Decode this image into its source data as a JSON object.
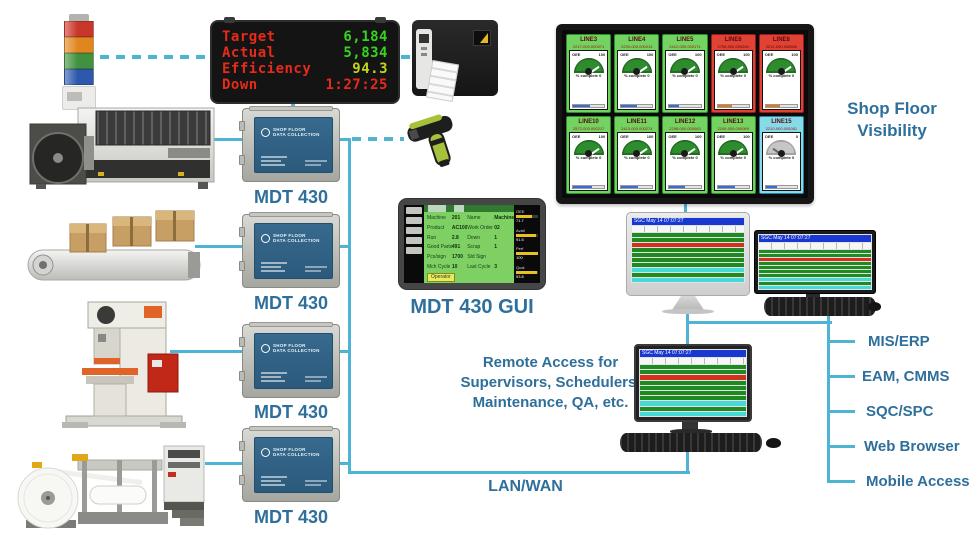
{
  "colors": {
    "accent_line": "#4fb4d4",
    "label_blue": "#2e6f9b",
    "status_green": "#72d360",
    "status_red": "#e24234",
    "status_cyan": "#86dbe8"
  },
  "andon": {
    "segment_colors": [
      "#c9372b",
      "#e0861f",
      "#41913f",
      "#2d58ab"
    ]
  },
  "led_display": {
    "label_color": "#e82a1a",
    "rows": [
      {
        "label": "Target",
        "value": "6,184",
        "color": "#35d41e"
      },
      {
        "label": "Actual",
        "value": "5,834",
        "color": "#35d41e"
      },
      {
        "label": "Efficiency",
        "value": "94.3",
        "color": "#c0d41e"
      },
      {
        "label": "Down",
        "value": "1:27:25",
        "color": "#e82a1a"
      }
    ]
  },
  "mdt": {
    "label": "MDT 430",
    "brand_line1": "SHOP FLOOR",
    "brand_line2": "DATA COLLECTION"
  },
  "gui": {
    "label": "MDT 430 GUI",
    "rows": [
      [
        "Machine",
        "201",
        "Name",
        "Machine201"
      ],
      [
        "Product",
        "AC1000",
        "Work Order",
        "02"
      ],
      [
        "Run",
        "2.8",
        "Down",
        "1"
      ],
      [
        "Good Parts",
        "491",
        "Scrap",
        "1"
      ],
      [
        "Pcs/sign",
        "1700",
        "Std Sign",
        ""
      ],
      [
        "Mch Cycle",
        "10",
        "Last Cycle",
        "3"
      ]
    ],
    "footer": "Operator",
    "meters": [
      {
        "label": "OEE",
        "value": "71.7",
        "pct": 72
      },
      {
        "label": "Avail",
        "value": "91.5",
        "pct": 92
      },
      {
        "label": "Perf",
        "value": "100",
        "pct": 100
      },
      {
        "label": "Qual",
        "value": "93.8",
        "pct": 94
      }
    ]
  },
  "tv": {
    "gauge_label": "OEE",
    "complete_label": "% complete 0",
    "tiles": [
      {
        "name": "LINE3",
        "sub": "2217-000.000071",
        "bg": "green",
        "oee": "100",
        "bar_pct": 55,
        "bar_color": "#3a6bd6"
      },
      {
        "name": "LINE4",
        "sub": "2239-000.000013",
        "bg": "green",
        "oee": "100",
        "bar_pct": 50,
        "bar_color": "#3a6bd6"
      },
      {
        "name": "LINE5",
        "sub": "2412-000.000171",
        "bg": "green",
        "oee": "100",
        "bar_pct": 30,
        "bar_color": "#3a6bd6"
      },
      {
        "name": "LINE6",
        "sub": "2709-000.000240",
        "bg": "red",
        "oee": "100",
        "bar_pct": 45,
        "bar_color": "#e07818"
      },
      {
        "name": "LINE8",
        "sub": "2212-000.000650",
        "bg": "red",
        "oee": "100",
        "bar_pct": 45,
        "bar_color": "#e07818"
      },
      {
        "name": "LINE10",
        "sub": "2572-003.000217",
        "bg": "green",
        "oee": "100",
        "bar_pct": 60,
        "bar_color": "#3a6bd6"
      },
      {
        "name": "LINE11",
        "sub": "2413-000.000274",
        "bg": "green",
        "oee": "100",
        "bar_pct": 55,
        "bar_color": "#3a6bd6"
      },
      {
        "name": "LINE12",
        "sub": "2298-000.000063",
        "bg": "green",
        "oee": "100",
        "bar_pct": 50,
        "bar_color": "#3a6bd6"
      },
      {
        "name": "LINE13",
        "sub": "2249-000.000069",
        "bg": "green",
        "oee": "100",
        "bar_pct": 55,
        "bar_color": "#3a6bd6"
      },
      {
        "name": "LINE15",
        "sub": "2210-000.000081",
        "bg": "cyan",
        "oee": "0",
        "bar_pct": 35,
        "bar_color": "#3a6bd6"
      }
    ]
  },
  "monitor_screen": {
    "title": "SGC May 14 07:07:27",
    "row_colors": [
      "#1f8a1f",
      "#1f8a1f",
      "#d43020",
      "#1f8a1f",
      "#1f8a1f",
      "#1f8a1f",
      "#1f8a1f",
      "#49d8d8",
      "#1f8a1f",
      "#49d8d8"
    ]
  },
  "labels": {
    "shop_floor_visibility": "Shop Floor Visibility",
    "remote_access": "Remote Access for Supervisors, Schedulers, Maintenance, QA, etc.",
    "lan_wan": "LAN/WAN"
  },
  "right": {
    "items": [
      "MIS/ERP",
      "EAM, CMMS",
      "SQC/SPC",
      "Web Browser",
      "Mobile Access"
    ]
  }
}
